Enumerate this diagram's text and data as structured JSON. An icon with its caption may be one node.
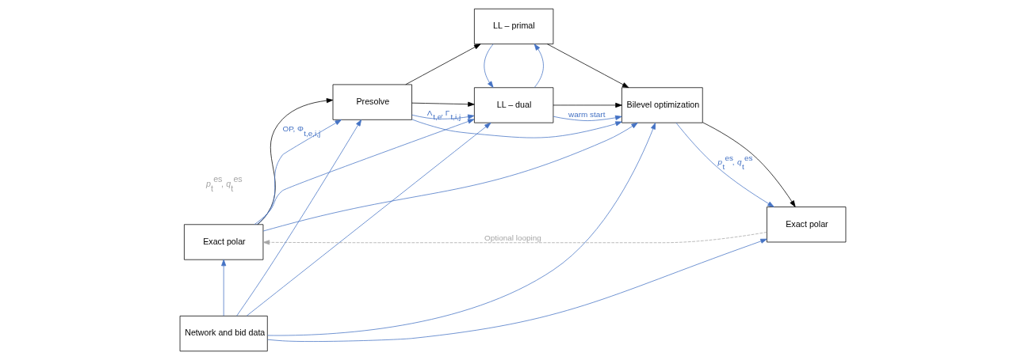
{
  "diagram": {
    "nodes": [
      {
        "text": [
          "Exact polar"
        ]
      },
      {
        "text": [
          "Presolve"
        ]
      },
      {
        "text": [
          "LL – primal"
        ]
      },
      {
        "text": [
          "LL – dual"
        ]
      },
      {
        "text": [
          "Bilevel optimization"
        ]
      },
      {
        "text": [
          "Exact polar"
        ]
      },
      {
        "text": [
          "Network and bid data"
        ]
      }
    ],
    "edges": [
      {
        "from": 0,
        "to": 1,
        "arrow": "to",
        "color": "#000000"
      },
      {
        "from": 1,
        "to": 2,
        "arrow": "to",
        "color": "#000000"
      },
      {
        "from": 1,
        "to": 3,
        "arrow": "to",
        "color": "#000000"
      },
      {
        "from": 2,
        "to": 4,
        "arrow": "to",
        "color": "#000000"
      },
      {
        "from": 3,
        "to": 4,
        "arrow": "to",
        "color": "#000000"
      },
      {
        "from": 4,
        "to": 5,
        "arrow": "to",
        "color": "#000000"
      },
      {
        "from": 5,
        "to": 0,
        "arrow": "to",
        "style": "dashed",
        "color": "#a6a6a6",
        "label": "Optional looping"
      },
      {
        "from": 3,
        "to": 2,
        "arrow": "to",
        "color": "#4472c4"
      },
      {
        "from": 2,
        "to": 3,
        "arrow": "to",
        "color": "#4472c4"
      },
      {
        "from": 6,
        "to": 0,
        "arrow": "to",
        "color": "#4472c4"
      },
      {
        "from": 6,
        "to": 1,
        "arrow": "to",
        "color": "#4472c4"
      },
      {
        "from": 6,
        "to": 3,
        "arrow": "to",
        "color": "#4472c4"
      },
      {
        "from": 6,
        "to": 4,
        "arrow": "to",
        "color": "#4472c4"
      },
      {
        "from": 6,
        "to": 5,
        "arrow": "to",
        "color": "#4472c4"
      },
      {
        "from": 0,
        "to": 1,
        "arrow": "to",
        "color": "#4472c4",
        "label": "OP, Φ$_{t,e,i,j}$"
      },
      {
        "from": 0,
        "to": 3,
        "arrow": "to",
        "color": "#4472c4"
      },
      {
        "from": 0,
        "to": 4,
        "arrow": "to",
        "color": "#4472c4"
      },
      {
        "from": 1,
        "to": 3,
        "arrow": "to",
        "color": "#4472c4",
        "label": "Λ$_{t,e}$, Γ$_{t,i,j}$"
      },
      {
        "from": 1,
        "to": 4,
        "arrow": "to",
        "color": "#4472c4"
      },
      {
        "from": 3,
        "to": 4,
        "arrow": "to",
        "color": "#4472c4",
        "label": "warm start"
      },
      {
        "from": 4,
        "to": 5,
        "arrow": "to",
        "color": "#4472c4",
        "label": "*p*$_{t}$$^{es}$, *q*$_{t}$$^{es}$"
      }
    ],
    "labels": [
      "*p*$_{t}$$^{es}$, *q*$_{t}$$^{es}$"
    ]
  }
}
